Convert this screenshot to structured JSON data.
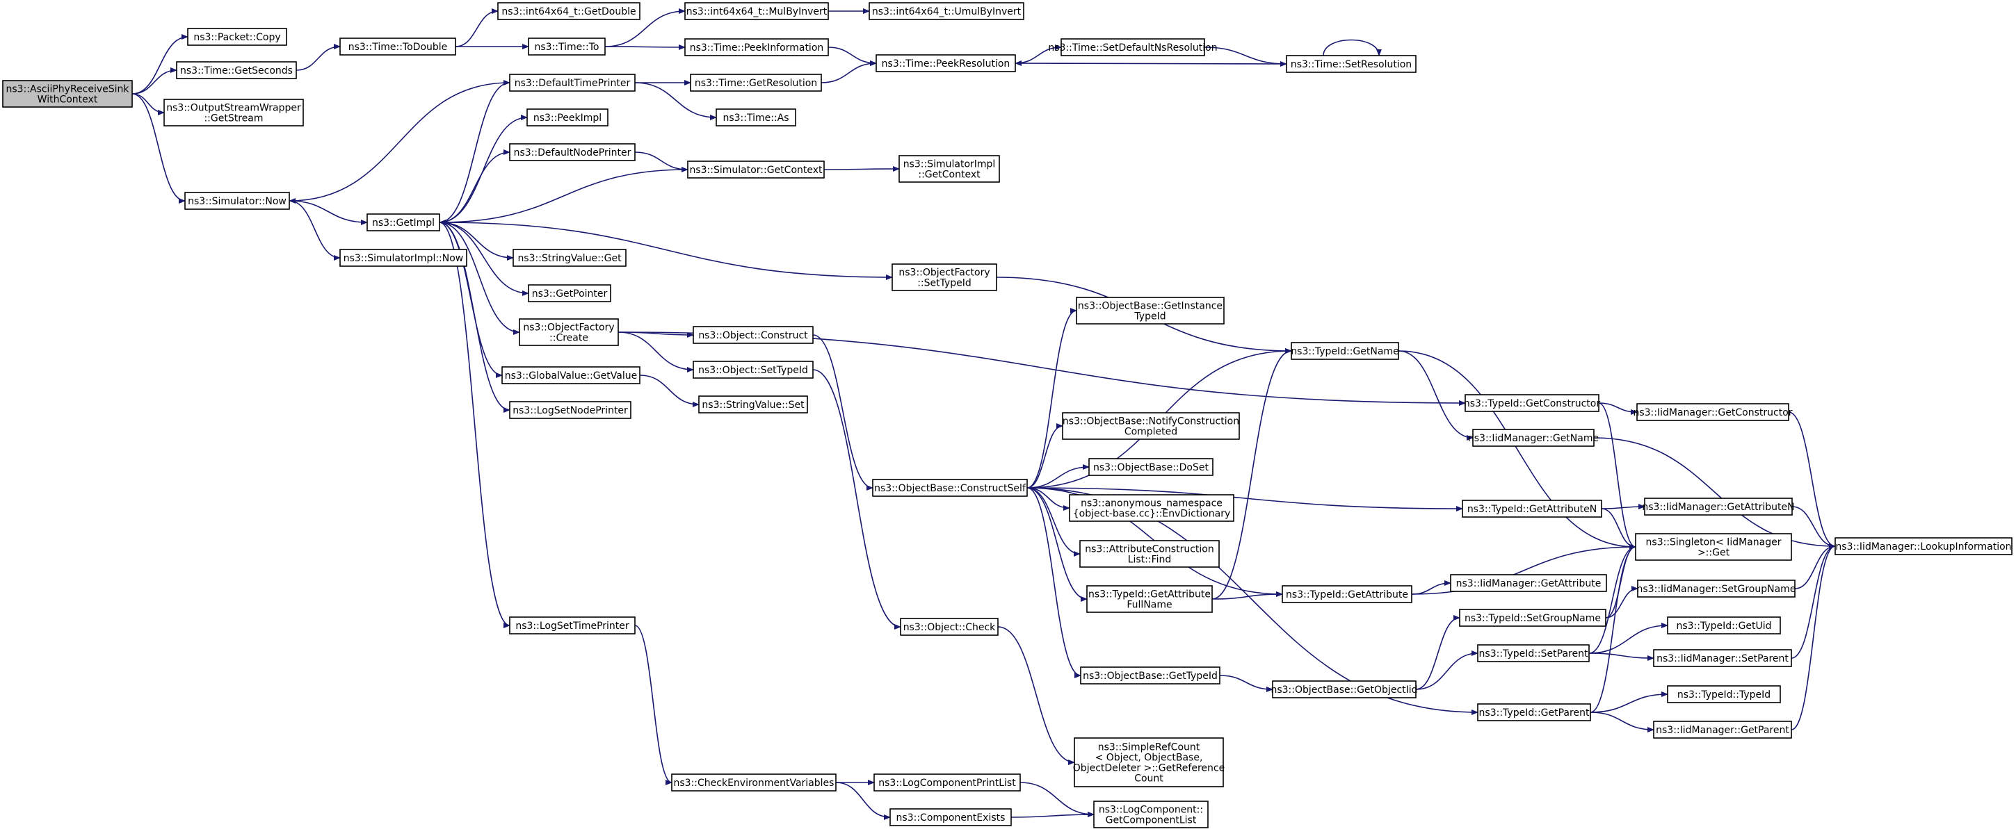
{
  "graph": {
    "root": "n0",
    "nodes": [
      {
        "id": "n0",
        "lines": [
          "ns3::AsciiPhyReceiveSink",
          "WithContext"
        ]
      },
      {
        "id": "n1",
        "lines": [
          "ns3::Packet::Copy"
        ]
      },
      {
        "id": "n2",
        "lines": [
          "ns3::Time::GetSeconds"
        ]
      },
      {
        "id": "n3",
        "lines": [
          "ns3::OutputStreamWrapper",
          "::GetStream"
        ]
      },
      {
        "id": "n4",
        "lines": [
          "ns3::Simulator::Now"
        ]
      },
      {
        "id": "n5",
        "lines": [
          "ns3::Time::ToDouble"
        ]
      },
      {
        "id": "n6",
        "lines": [
          "ns3::int64x64_t::GetDouble"
        ]
      },
      {
        "id": "n7",
        "lines": [
          "ns3::Time::To"
        ]
      },
      {
        "id": "n8",
        "lines": [
          "ns3::int64x64_t::MulByInvert"
        ]
      },
      {
        "id": "n9",
        "lines": [
          "ns3::int64x64_t::UmulByInvert"
        ]
      },
      {
        "id": "n10",
        "lines": [
          "ns3::Time::PeekInformation"
        ]
      },
      {
        "id": "n11",
        "lines": [
          "ns3::Time::PeekResolution"
        ]
      },
      {
        "id": "n12",
        "lines": [
          "ns3::Time::SetDefaultNsResolution"
        ]
      },
      {
        "id": "n13",
        "lines": [
          "ns3::Time::SetResolution"
        ]
      },
      {
        "id": "n14",
        "lines": [
          "ns3::DefaultTimePrinter"
        ]
      },
      {
        "id": "n15",
        "lines": [
          "ns3::Time::GetResolution"
        ]
      },
      {
        "id": "n16",
        "lines": [
          "ns3::Time::As"
        ]
      },
      {
        "id": "n17",
        "lines": [
          "ns3::PeekImpl"
        ]
      },
      {
        "id": "n18",
        "lines": [
          "ns3::DefaultNodePrinter"
        ]
      },
      {
        "id": "n19",
        "lines": [
          "ns3::Simulator::GetContext"
        ]
      },
      {
        "id": "n20",
        "lines": [
          "ns3::SimulatorImpl",
          "::GetContext"
        ]
      },
      {
        "id": "n21",
        "lines": [
          "ns3::GetImpl"
        ]
      },
      {
        "id": "n22",
        "lines": [
          "ns3::SimulatorImpl::Now"
        ]
      },
      {
        "id": "n23",
        "lines": [
          "ns3::StringValue::Get"
        ]
      },
      {
        "id": "n24",
        "lines": [
          "ns3::GetPointer"
        ]
      },
      {
        "id": "n25",
        "lines": [
          "ns3::ObjectFactory",
          "::SetTypeId"
        ]
      },
      {
        "id": "n26",
        "lines": [
          "ns3::ObjectFactory",
          "::Create"
        ]
      },
      {
        "id": "n27",
        "lines": [
          "ns3::Object::Construct"
        ]
      },
      {
        "id": "n28",
        "lines": [
          "ns3::Object::SetTypeId"
        ]
      },
      {
        "id": "n29",
        "lines": [
          "ns3::GlobalValue::GetValue"
        ]
      },
      {
        "id": "n30",
        "lines": [
          "ns3::StringValue::Set"
        ]
      },
      {
        "id": "n31",
        "lines": [
          "ns3::LogSetNodePrinter"
        ]
      },
      {
        "id": "n32",
        "lines": [
          "ns3::ObjectBase::GetInstance",
          "TypeId"
        ]
      },
      {
        "id": "n33",
        "lines": [
          "ns3::TypeId::GetName"
        ]
      },
      {
        "id": "n34",
        "lines": [
          "ns3::ObjectBase::NotifyConstruction",
          "Completed"
        ]
      },
      {
        "id": "n35",
        "lines": [
          "ns3::ObjectBase::DoSet"
        ]
      },
      {
        "id": "n36",
        "lines": [
          "ns3::ObjectBase::ConstructSelf"
        ]
      },
      {
        "id": "n37",
        "lines": [
          "ns3::anonymous_namespace",
          "{object-base.cc}::EnvDictionary"
        ]
      },
      {
        "id": "n38",
        "lines": [
          "ns3::AttributeConstruction",
          "List::Find"
        ]
      },
      {
        "id": "n39",
        "lines": [
          "ns3::TypeId::GetAttribute",
          "FullName"
        ]
      },
      {
        "id": "n40",
        "lines": [
          "ns3::TypeId::GetAttribute"
        ]
      },
      {
        "id": "n41",
        "lines": [
          "ns3::ObjectBase::GetTypeId"
        ]
      },
      {
        "id": "n42",
        "lines": [
          "ns3::ObjectBase::GetObjectIid"
        ]
      },
      {
        "id": "n43",
        "lines": [
          "ns3::TypeId::GetConstructor"
        ]
      },
      {
        "id": "n44",
        "lines": [
          "ns3::IidManager::GetConstructor"
        ]
      },
      {
        "id": "n45",
        "lines": [
          "ns3::IidManager::GetName"
        ]
      },
      {
        "id": "n46",
        "lines": [
          "ns3::TypeId::GetAttributeN"
        ]
      },
      {
        "id": "n47",
        "lines": [
          "ns3::IidManager::GetAttributeN"
        ]
      },
      {
        "id": "n48",
        "lines": [
          "ns3::Singleton< IidManager",
          ">::Get"
        ]
      },
      {
        "id": "n49",
        "lines": [
          "ns3::IidManager::LookupInformation"
        ]
      },
      {
        "id": "n50",
        "lines": [
          "ns3::IidManager::GetAttribute"
        ]
      },
      {
        "id": "n51",
        "lines": [
          "ns3::IidManager::SetGroupName"
        ]
      },
      {
        "id": "n52",
        "lines": [
          "ns3::TypeId::SetGroupName"
        ]
      },
      {
        "id": "n53",
        "lines": [
          "ns3::TypeId::GetUid"
        ]
      },
      {
        "id": "n54",
        "lines": [
          "ns3::TypeId::SetParent"
        ]
      },
      {
        "id": "n55",
        "lines": [
          "ns3::IidManager::SetParent"
        ]
      },
      {
        "id": "n56",
        "lines": [
          "ns3::TypeId::TypeId"
        ]
      },
      {
        "id": "n57",
        "lines": [
          "ns3::TypeId::GetParent"
        ]
      },
      {
        "id": "n58",
        "lines": [
          "ns3::IidManager::GetParent"
        ]
      },
      {
        "id": "n59",
        "lines": [
          "ns3::Object::Check"
        ]
      },
      {
        "id": "n60",
        "lines": [
          "ns3::SimpleRefCount",
          "< Object, ObjectBase,",
          "ObjectDeleter >::GetReference",
          "Count"
        ]
      },
      {
        "id": "n61",
        "lines": [
          "ns3::LogSetTimePrinter"
        ]
      },
      {
        "id": "n62",
        "lines": [
          "ns3::CheckEnvironmentVariables"
        ]
      },
      {
        "id": "n63",
        "lines": [
          "ns3::LogComponentPrintList"
        ]
      },
      {
        "id": "n64",
        "lines": [
          "ns3::ComponentExists"
        ]
      },
      {
        "id": "n65",
        "lines": [
          "ns3::LogComponent::",
          "GetComponentList"
        ]
      }
    ],
    "edges": [
      [
        "n0",
        "n1"
      ],
      [
        "n0",
        "n2"
      ],
      [
        "n0",
        "n3"
      ],
      [
        "n0",
        "n4"
      ],
      [
        "n2",
        "n5"
      ],
      [
        "n5",
        "n6"
      ],
      [
        "n5",
        "n7"
      ],
      [
        "n7",
        "n8"
      ],
      [
        "n8",
        "n9"
      ],
      [
        "n7",
        "n10"
      ],
      [
        "n10",
        "n11"
      ],
      [
        "n11",
        "n12"
      ],
      [
        "n12",
        "n13"
      ],
      [
        "n13",
        "n11"
      ],
      [
        "n13",
        "n13"
      ],
      [
        "n4",
        "n21"
      ],
      [
        "n4",
        "n22"
      ],
      [
        "n14",
        "n4"
      ],
      [
        "n14",
        "n15"
      ],
      [
        "n14",
        "n16"
      ],
      [
        "n15",
        "n11"
      ],
      [
        "n21",
        "n14"
      ],
      [
        "n21",
        "n17"
      ],
      [
        "n21",
        "n18"
      ],
      [
        "n18",
        "n19"
      ],
      [
        "n19",
        "n20"
      ],
      [
        "n19",
        "n21"
      ],
      [
        "n21",
        "n23"
      ],
      [
        "n21",
        "n24"
      ],
      [
        "n21",
        "n25"
      ],
      [
        "n21",
        "n26"
      ],
      [
        "n21",
        "n29"
      ],
      [
        "n21",
        "n31"
      ],
      [
        "n21",
        "n61"
      ],
      [
        "n25",
        "n33"
      ],
      [
        "n26",
        "n27"
      ],
      [
        "n26",
        "n28"
      ],
      [
        "n26",
        "n43"
      ],
      [
        "n27",
        "n36"
      ],
      [
        "n28",
        "n59"
      ],
      [
        "n29",
        "n30"
      ],
      [
        "n36",
        "n32"
      ],
      [
        "n36",
        "n33"
      ],
      [
        "n36",
        "n34"
      ],
      [
        "n36",
        "n35"
      ],
      [
        "n36",
        "n37"
      ],
      [
        "n36",
        "n38"
      ],
      [
        "n36",
        "n39"
      ],
      [
        "n36",
        "n40"
      ],
      [
        "n36",
        "n41"
      ],
      [
        "n36",
        "n46"
      ],
      [
        "n36",
        "n57"
      ],
      [
        "n39",
        "n33"
      ],
      [
        "n39",
        "n40"
      ],
      [
        "n40",
        "n48"
      ],
      [
        "n40",
        "n50"
      ],
      [
        "n41",
        "n42"
      ],
      [
        "n42",
        "n52"
      ],
      [
        "n42",
        "n54"
      ],
      [
        "n33",
        "n45"
      ],
      [
        "n33",
        "n48"
      ],
      [
        "n43",
        "n44"
      ],
      [
        "n43",
        "n48"
      ],
      [
        "n44",
        "n49"
      ],
      [
        "n45",
        "n49"
      ],
      [
        "n46",
        "n47"
      ],
      [
        "n46",
        "n48"
      ],
      [
        "n47",
        "n49"
      ],
      [
        "n52",
        "n48"
      ],
      [
        "n52",
        "n51"
      ],
      [
        "n51",
        "n49"
      ],
      [
        "n54",
        "n53"
      ],
      [
        "n54",
        "n55"
      ],
      [
        "n54",
        "n48"
      ],
      [
        "n55",
        "n49"
      ],
      [
        "n57",
        "n56"
      ],
      [
        "n57",
        "n58"
      ],
      [
        "n57",
        "n48"
      ],
      [
        "n58",
        "n49"
      ],
      [
        "n59",
        "n60"
      ],
      [
        "n61",
        "n62"
      ],
      [
        "n62",
        "n63"
      ],
      [
        "n62",
        "n64"
      ],
      [
        "n63",
        "n65"
      ],
      [
        "n64",
        "n65"
      ]
    ]
  }
}
